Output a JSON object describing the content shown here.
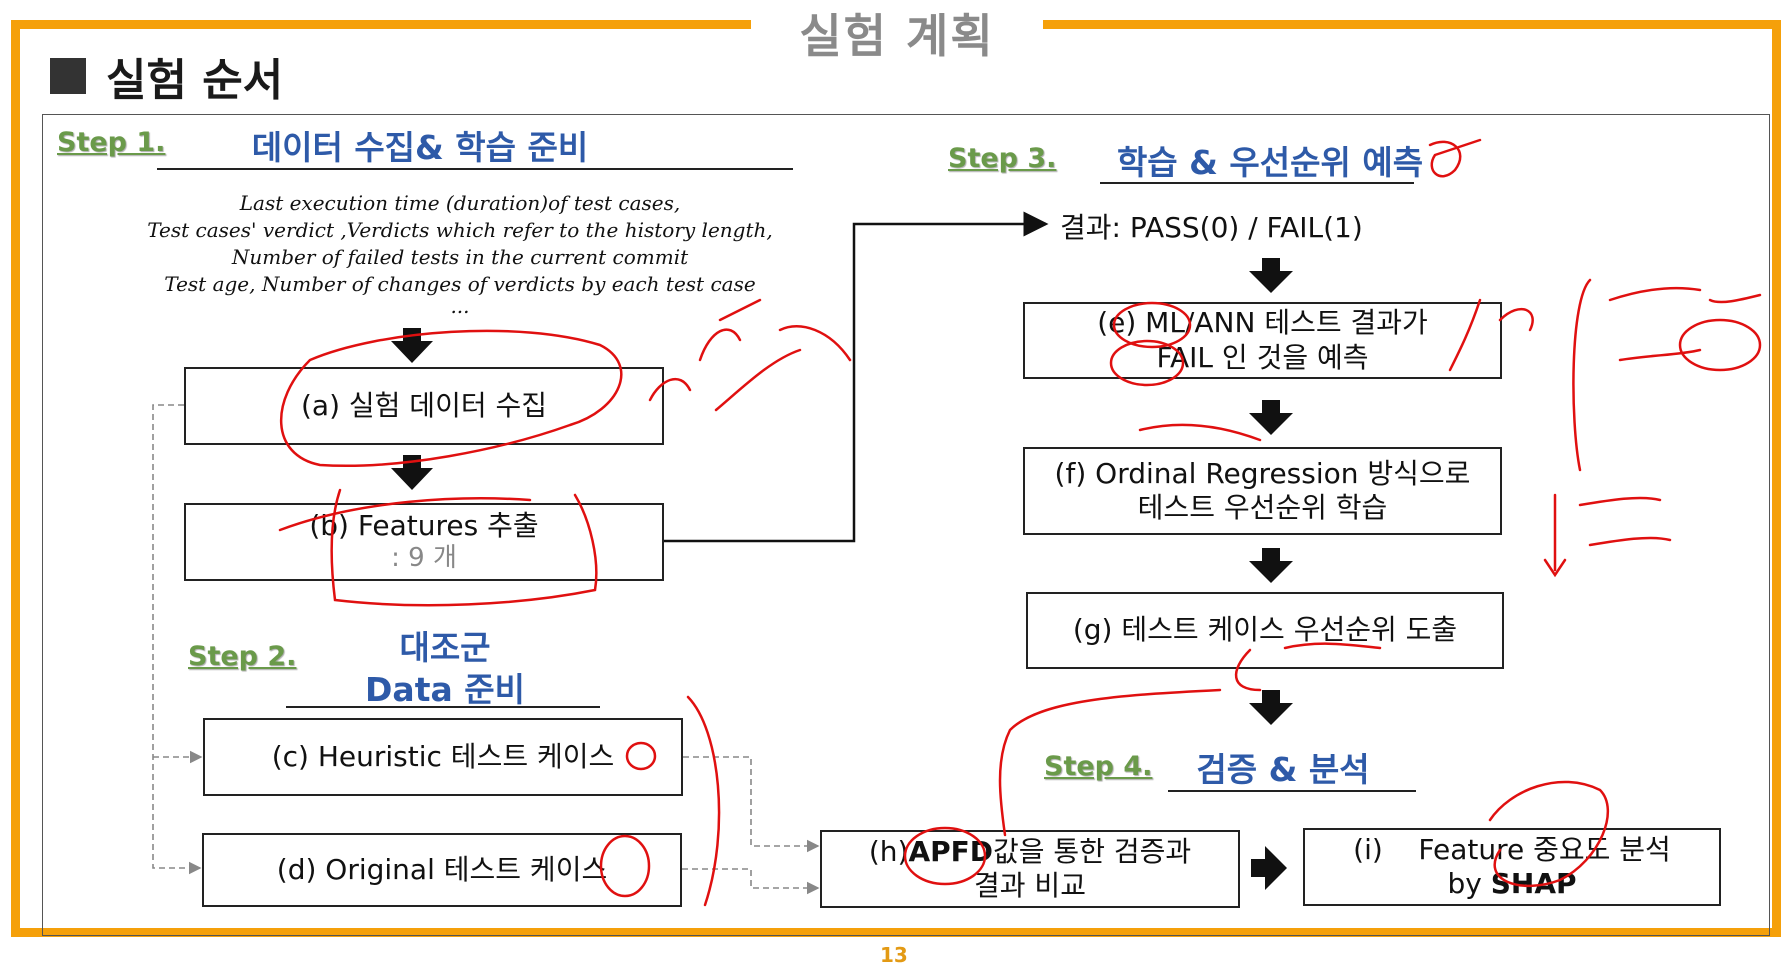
{
  "slide": {
    "title": "실험 계획",
    "section_title": "실험 순서",
    "page_number": "13",
    "accent_color": "#f5a00a",
    "step_color": "#6a9a4a",
    "title_color": "#2e5aa8",
    "annotation_color": "#e01010"
  },
  "steps": [
    {
      "label": "Step 1.",
      "title": "데이터 수집& 학습 준비"
    },
    {
      "label": "Step 2.",
      "title_line1": "대조군",
      "title_line2": "Data 준비"
    },
    {
      "label": "Step 3.",
      "title": "학습 & 우선순위 예측"
    },
    {
      "label": "Step 4.",
      "title": "검증 & 분석"
    }
  ],
  "features_text": [
    "Last execution time (duration)of test cases,",
    "Test cases' verdict ,Verdicts which refer to the history length,",
    "Number of failed tests in the current commit",
    "Test age, Number of changes of verdicts by each test case",
    "..."
  ],
  "boxes": {
    "a": {
      "text": "(a) 실험 데이터 수집"
    },
    "b": {
      "text": "(b) Features 추출",
      "sub": ": 9 개"
    },
    "c": {
      "text": "(c)  Heuristic 테스트 케이스"
    },
    "d": {
      "text": "(d) Original 테스트 케이스"
    },
    "result": {
      "text": "결과: PASS(0) / FAIL(1)"
    },
    "e": {
      "line1_pre": "(e) ML/ANN 테스트 결과가",
      "line2": "FAIL 인 것을 예측"
    },
    "f": {
      "line1": "(f) Ordinal Regression 방식으로",
      "line2": "테스트 우선순위 학습"
    },
    "g": {
      "text": "(g) 테스트 케이스 우선순위 도출"
    },
    "h": {
      "pre": "(h)",
      "bold": "APFD",
      "post": "값을 통한 검증과",
      "line2": "결과 비교"
    },
    "i": {
      "line1": "(i)    Feature 중요도 분석",
      "line2_pre": "by",
      "line2_bold": "SHAP"
    }
  },
  "icons": [
    "down-arrow-icon",
    "right-arrow-icon"
  ]
}
